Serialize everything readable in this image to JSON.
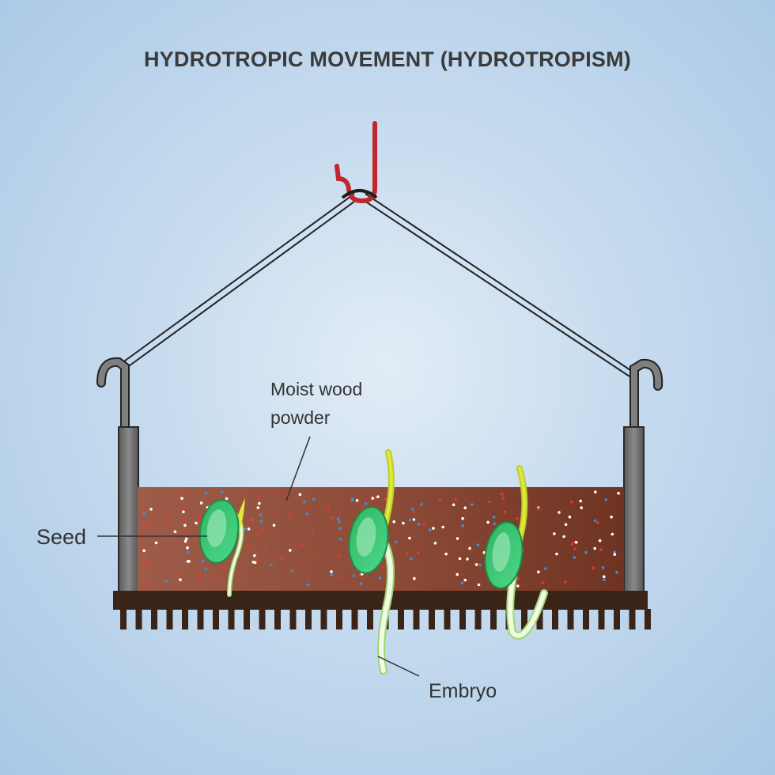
{
  "title": "HYDROTROPIC MOVEMENT (HYDROTROPISM)",
  "labels": {
    "moist_wood_powder_line1": "Moist wood",
    "moist_wood_powder_line2": "powder",
    "seed": "Seed",
    "embryo": "Embryo"
  },
  "colors": {
    "background": "#b7d1ea",
    "hook": "#c0272d",
    "sawdust": "#8e4a36",
    "tray_base": "#3a2418",
    "seed_green": "#3fc97a",
    "shoot_yellow": "#e2e83a",
    "root_white": "#f2fbe6"
  }
}
